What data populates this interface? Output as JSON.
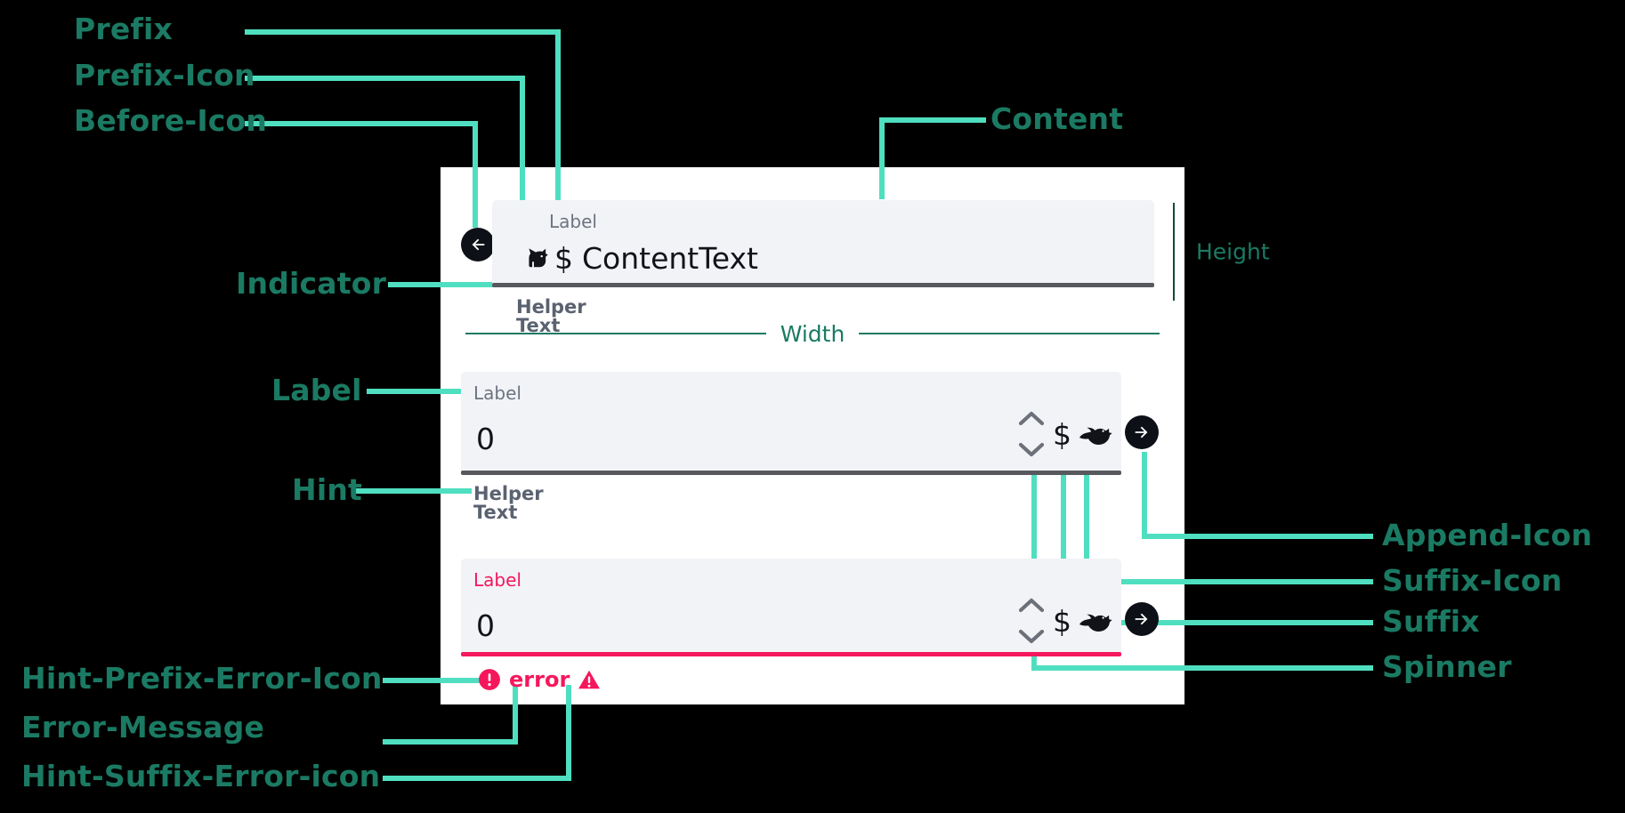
{
  "page": {
    "background": "#000000",
    "accent_line": "#4fdfc0",
    "accent_text": "#1b7a63",
    "panel_bg": "#ffffff",
    "field_bg": "#f2f3f7",
    "error_color": "#f5175c",
    "underline_color": "#57595f"
  },
  "annotations": {
    "prefix": "Prefix",
    "prefix_icon": "Prefix-Icon",
    "before_icon": "Before-Icon",
    "content": "Content",
    "indicator": "Indicator",
    "height": "Height",
    "label": "Label",
    "hint": "Hint",
    "width": "Width",
    "append_icon": "Append-Icon",
    "suffix_icon": "Suffix-Icon",
    "suffix": "Suffix",
    "spinner": "Spinner",
    "hint_prefix_error_icon": "Hint-Prefix-Error-Icon",
    "error_message": "Error-Message",
    "hint_suffix_error_icon": "Hint-Suffix-Error-icon"
  },
  "fields": {
    "text_field": {
      "label": "Label",
      "prefix_icon": "cat-icon",
      "prefix": "$",
      "value": "ContentText",
      "helper": "Helper Text",
      "before_icon": "circle-arrow-left-icon"
    },
    "number_field": {
      "label": "Label",
      "value": "0",
      "helper": "Helper Text",
      "spinner_icon": "spinner-up-down-icon",
      "suffix": "$",
      "suffix_icon": "bird-icon",
      "append_icon": "circle-arrow-right-icon"
    },
    "error_field": {
      "label": "Label",
      "value": "0",
      "error_message": "error",
      "error_prefix_icon": "circle-exclamation-icon",
      "error_suffix_icon": "triangle-warning-icon",
      "spinner_icon": "spinner-up-down-icon",
      "suffix": "$",
      "suffix_icon": "bird-icon",
      "append_icon": "circle-arrow-right-icon"
    }
  }
}
